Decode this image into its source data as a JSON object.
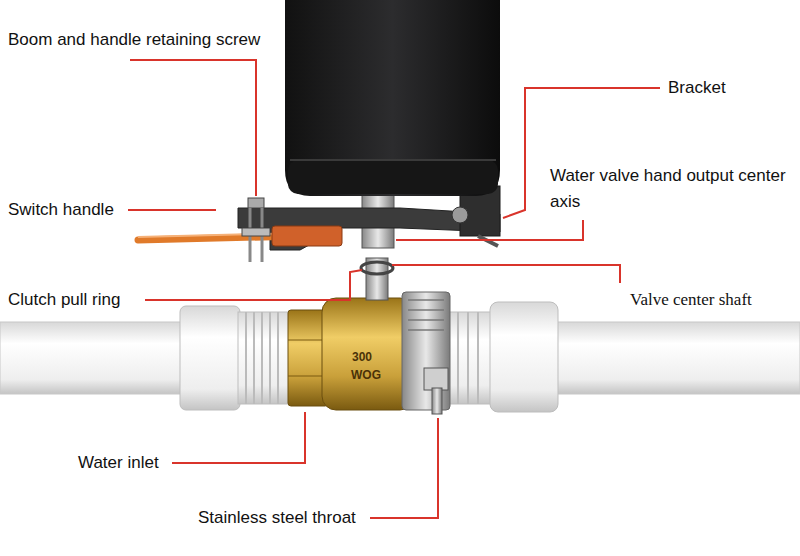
{
  "diagram": {
    "labels": [
      "Boom and handle retaining screw",
      "Bracket",
      "Water valve hand output center axis",
      "Switch handle",
      "Clutch pull ring",
      "Valve center shaft",
      "Water inlet",
      "Stainless steel throat",
      "300",
      "WOG"
    ]
  }
}
